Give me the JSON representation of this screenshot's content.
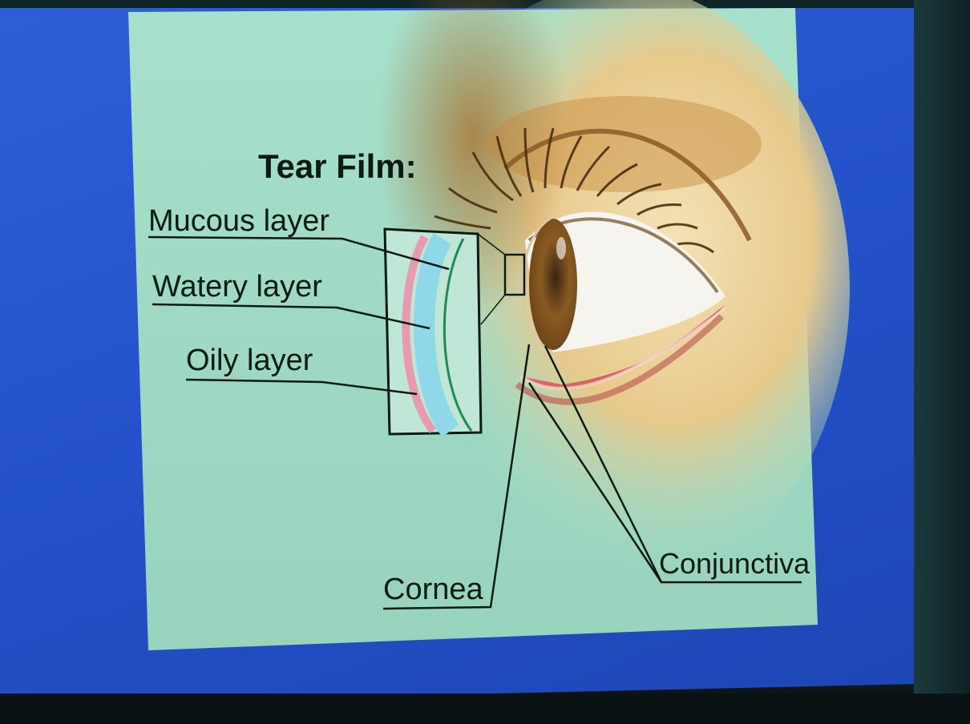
{
  "diagram": {
    "title": "Tear Film:",
    "layers": {
      "mucous": "Mucous layer",
      "watery": "Watery layer",
      "oily": "Oily layer"
    },
    "cornea_label": "Cornea",
    "conjunctiva_label": "Conjunctiva"
  },
  "colors": {
    "slide_background": "#9fd8c2",
    "projector_blue": "#2a58d0",
    "oily_layer": "#e79ab0",
    "watery_layer": "#8fd8ea",
    "mucous_layer": "#1f8a55",
    "iris": "#8a5a22",
    "lid_pink": "#d86b6b"
  }
}
